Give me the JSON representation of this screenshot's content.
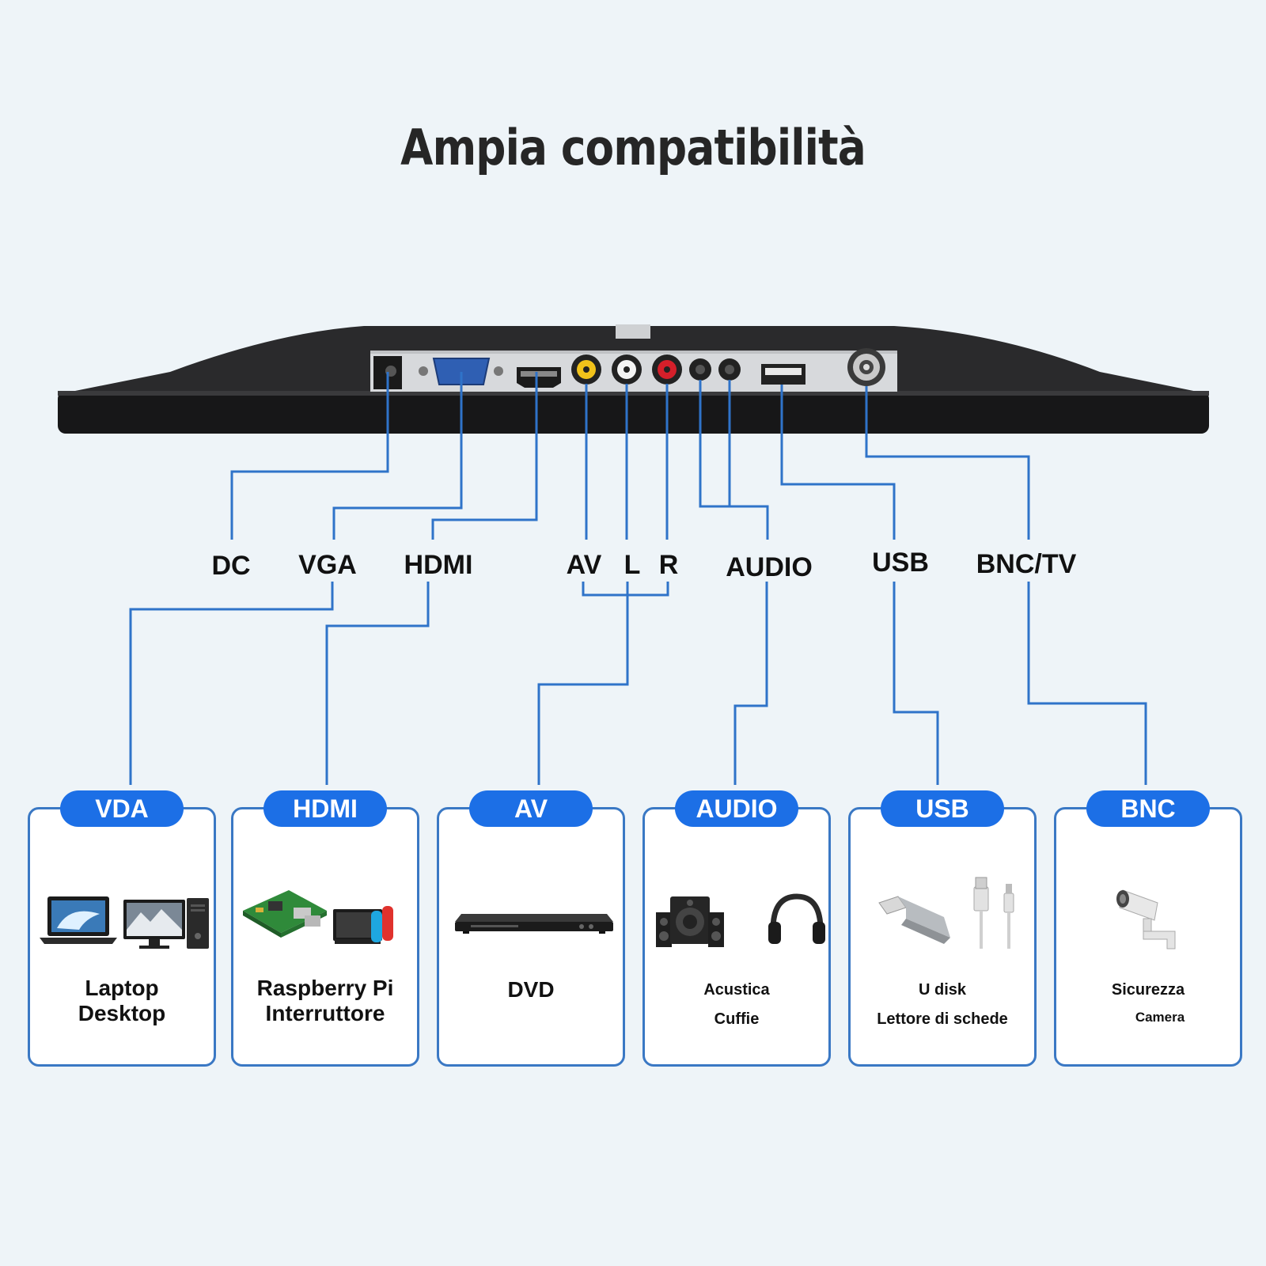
{
  "title": "Ampia compatibilità",
  "port_labels": {
    "dc": "DC",
    "vga": "VGA",
    "hdmi": "HDMI",
    "av": "AV",
    "l": "L",
    "r": "R",
    "audio": "AUDIO",
    "usb": "USB",
    "bnc_tv": "BNC/TV"
  },
  "cards": [
    {
      "label": "VDA",
      "lines": [
        "Laptop",
        "Desktop"
      ],
      "icons": [
        "laptop-icon",
        "desktop-computer-icon"
      ]
    },
    {
      "label": "HDMI",
      "lines": [
        "Raspberry Pi",
        "Interruttore"
      ],
      "icons": [
        "raspberry-pi-board-icon",
        "game-console-icon"
      ]
    },
    {
      "label": "AV",
      "lines": [
        "DVD"
      ],
      "icons": [
        "dvd-player-icon"
      ]
    },
    {
      "label": "AUDIO",
      "lines": [
        "Acustica",
        "Cuffie"
      ],
      "icons": [
        "speakers-icon",
        "headphones-icon"
      ]
    },
    {
      "label": "USB",
      "lines": [
        "U disk",
        "Lettore di schede"
      ],
      "icons": [
        "usb-flash-drive-icon",
        "usb-cable-icon"
      ]
    },
    {
      "label": "BNC",
      "lines": [
        "Sicurezza",
        "Camera"
      ],
      "icons": [
        "security-camera-icon"
      ]
    }
  ],
  "colors": {
    "accent": "#1c6fe6",
    "line": "#2f73c9",
    "background": "#eef4f8"
  }
}
